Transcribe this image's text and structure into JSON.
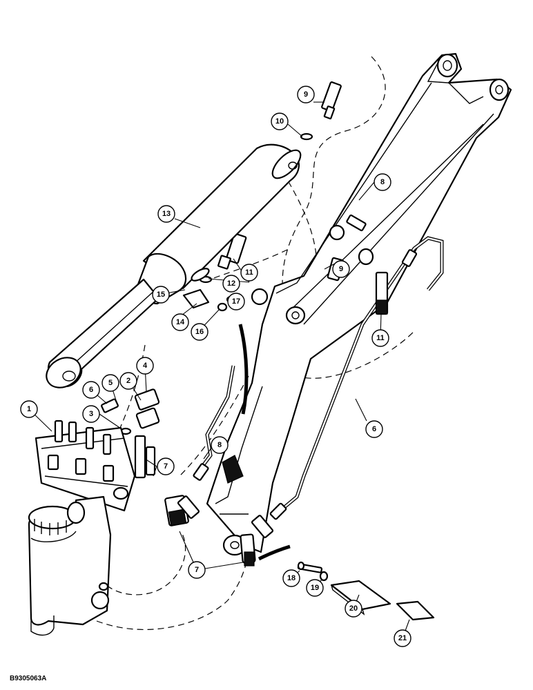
{
  "reference_code": "B9305063A",
  "callouts": [
    {
      "id": "c1",
      "label": "1"
    },
    {
      "id": "c2",
      "label": "2"
    },
    {
      "id": "c3",
      "label": "3"
    },
    {
      "id": "c4",
      "label": "4"
    },
    {
      "id": "c5",
      "label": "5"
    },
    {
      "id": "c6",
      "label": "6"
    },
    {
      "id": "c7",
      "label": "7"
    },
    {
      "id": "c7b",
      "label": "7"
    },
    {
      "id": "c8",
      "label": "8"
    },
    {
      "id": "c8b",
      "label": "8"
    },
    {
      "id": "c6b",
      "label": "6"
    },
    {
      "id": "c9",
      "label": "9"
    },
    {
      "id": "c9b",
      "label": "9"
    },
    {
      "id": "c10",
      "label": "10"
    },
    {
      "id": "c11",
      "label": "11"
    },
    {
      "id": "c11b",
      "label": "11"
    },
    {
      "id": "c12",
      "label": "12"
    },
    {
      "id": "c13",
      "label": "13"
    },
    {
      "id": "c14",
      "label": "14"
    },
    {
      "id": "c15",
      "label": "15"
    },
    {
      "id": "c16",
      "label": "16"
    },
    {
      "id": "c17",
      "label": "17"
    },
    {
      "id": "c18",
      "label": "18"
    },
    {
      "id": "c19",
      "label": "19"
    },
    {
      "id": "c20",
      "label": "20"
    },
    {
      "id": "c21",
      "label": "21"
    }
  ]
}
